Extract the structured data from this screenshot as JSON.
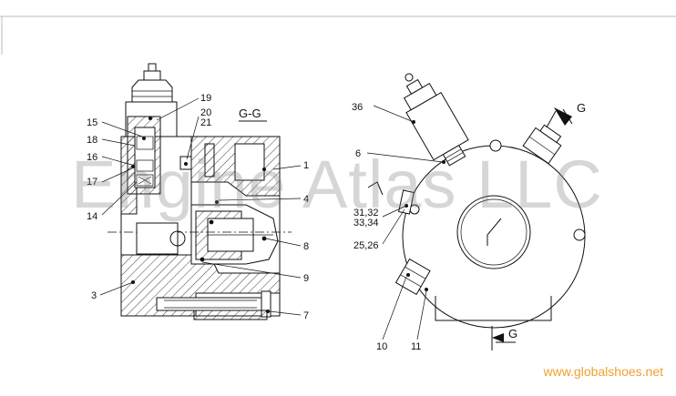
{
  "watermark": "Engine Atlas LLC",
  "site_url": "www.globalshoes.net",
  "left_view": {
    "section_title": "G-G",
    "callouts": [
      "19",
      "20",
      "21",
      "15",
      "18",
      "16",
      "17",
      "14",
      "1",
      "4",
      "8",
      "9",
      "3",
      "7"
    ]
  },
  "right_view": {
    "callouts": [
      "36",
      "6",
      "31,32",
      "33,34",
      "25,26",
      "10",
      "11"
    ],
    "section_arrow_label": "G"
  },
  "colors": {
    "watermark": "#8a8a8a",
    "url": "#f0a030",
    "line": "#111111"
  }
}
